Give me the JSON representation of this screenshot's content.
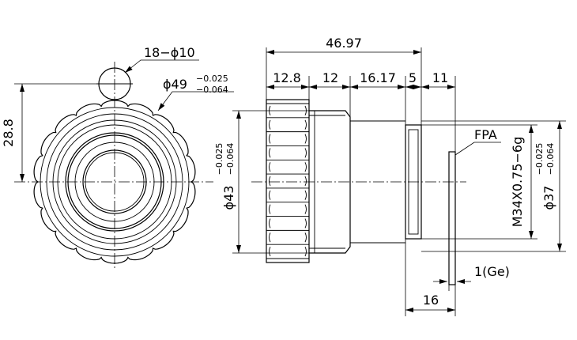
{
  "dimensions": {
    "overall_length": "46.97",
    "seg1": "12.8",
    "seg2": "12",
    "seg3": "16.17",
    "seg4": "5",
    "seg5": "11",
    "height_left": "28.8",
    "hole": "18−ϕ10",
    "outer_dia": "ϕ49",
    "outer_tol_up": "−0.025",
    "outer_tol_low": "−0.064",
    "body_dia": "ϕ43",
    "body_tol_up": "−0.025",
    "body_tol_low": "−0.064",
    "thread": "M34X0.75−6g",
    "rear_dia": "ϕ37",
    "rear_tol_up": "−0.025",
    "rear_tol_low": "−0.064",
    "fpa_label": "FPA",
    "window": "1(Ge)",
    "back_focal": "16"
  }
}
